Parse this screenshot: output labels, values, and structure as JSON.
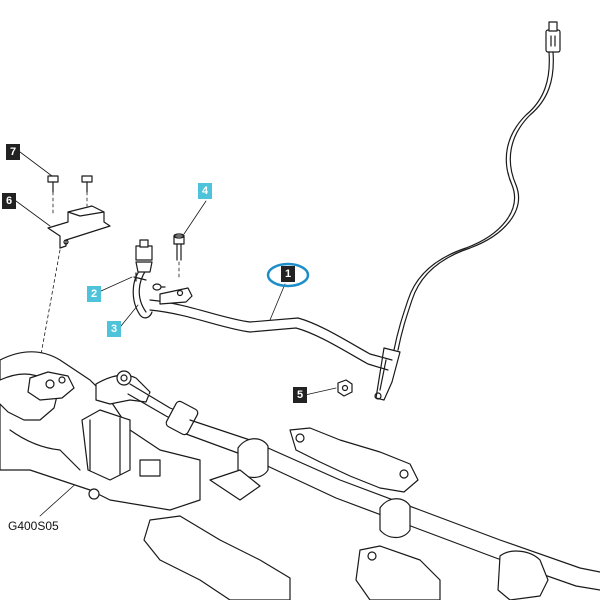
{
  "callouts": {
    "c1": "1",
    "c2": "2",
    "c3": "3",
    "c4": "4",
    "c5": "5",
    "c6": "6",
    "c7": "7"
  },
  "drawing_code": "G400S05",
  "colors": {
    "line": "#1a1a1a",
    "highlight_ring": "#1e8ec9",
    "callout_dark": "#222222",
    "callout_cyan": "#4fc3d9"
  }
}
